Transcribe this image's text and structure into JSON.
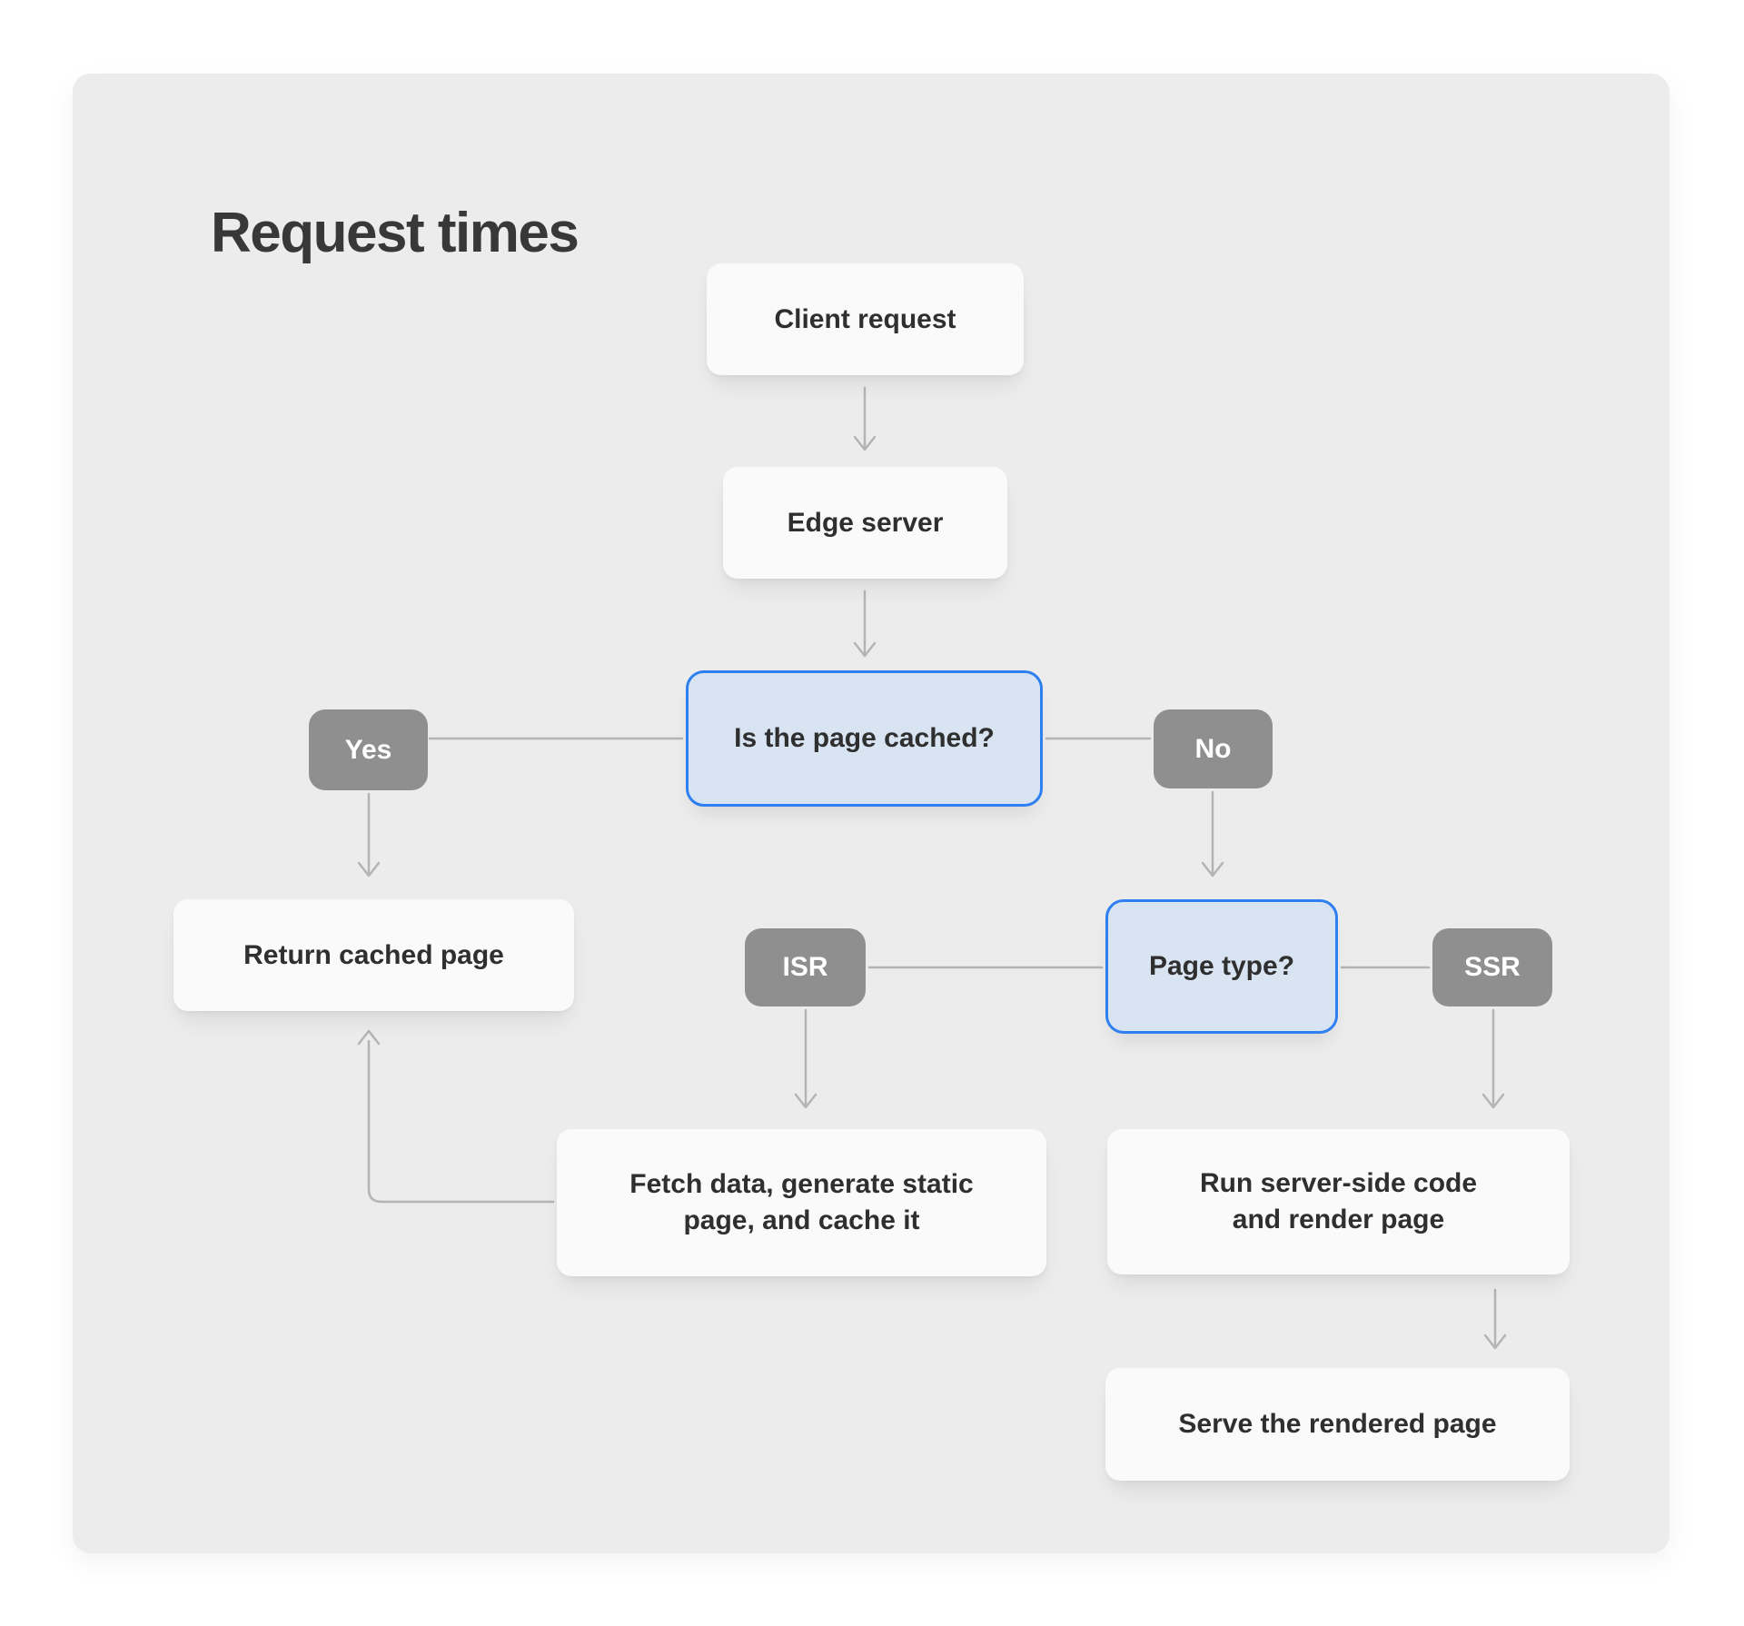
{
  "title": "Request times",
  "colors": {
    "page_background": "#ffffff",
    "card_background": "#ececec",
    "node_background": "#fafafa",
    "highlight_fill": "#d9e4f2",
    "highlight_border": "#2e7ff0",
    "badge_background": "#8f8f8f",
    "badge_text": "#ffffff",
    "connector": "#b4b4b4",
    "text": "#2f2f2f"
  },
  "nodes": {
    "client_request": {
      "label": "Client request"
    },
    "edge_server": {
      "label": "Edge server"
    },
    "is_page_cached": {
      "label": "Is the page cached?",
      "highlighted": true
    },
    "return_cached_page": {
      "label": "Return cached page"
    },
    "page_type": {
      "label": "Page type?",
      "highlighted": true
    },
    "fetch_data": {
      "label": "Fetch data, generate static page, and cache it"
    },
    "run_server_side": {
      "label": "Run server-side code and render page"
    },
    "serve_rendered_page": {
      "label": "Serve the rendered page"
    }
  },
  "badges": {
    "yes": {
      "label": "Yes"
    },
    "no": {
      "label": "No"
    },
    "isr": {
      "label": "ISR"
    },
    "ssr": {
      "label": "SSR"
    }
  },
  "edges": [
    {
      "from": "client_request",
      "to": "edge_server"
    },
    {
      "from": "edge_server",
      "to": "is_page_cached"
    },
    {
      "from": "is_page_cached",
      "to": "return_cached_page",
      "label": "Yes"
    },
    {
      "from": "is_page_cached",
      "to": "page_type",
      "label": "No"
    },
    {
      "from": "page_type",
      "to": "fetch_data",
      "label": "ISR"
    },
    {
      "from": "page_type",
      "to": "run_server_side",
      "label": "SSR"
    },
    {
      "from": "fetch_data",
      "to": "return_cached_page"
    },
    {
      "from": "run_server_side",
      "to": "serve_rendered_page"
    }
  ]
}
